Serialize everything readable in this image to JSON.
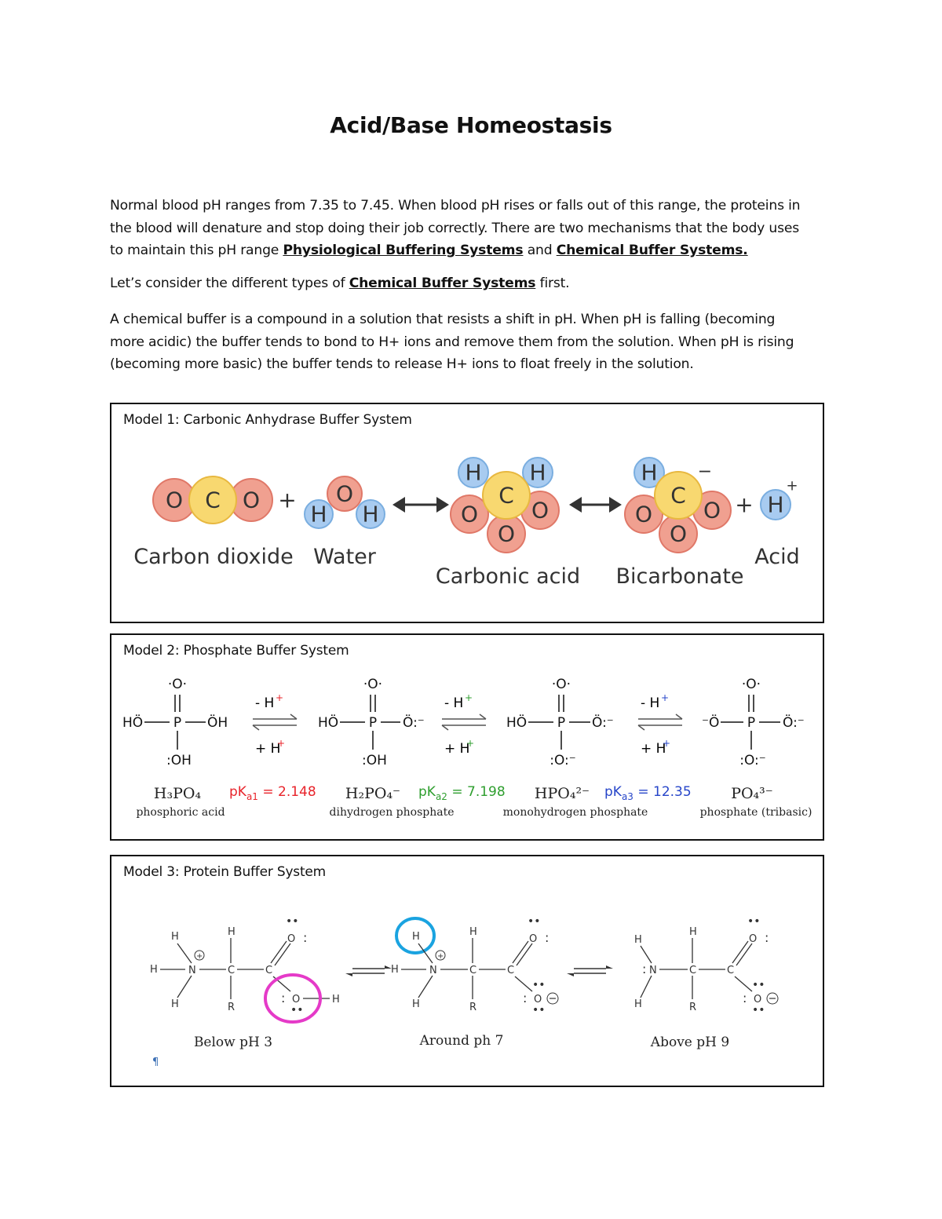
{
  "title": "Acid/Base Homeostasis",
  "intro": {
    "line1": "Normal blood pH ranges from 7.35 to 7.45. When blood pH rises or falls out of this range, the proteins in",
    "line2": "the blood will denature and stop doing their job correctly. There are two mechanisms that the body uses",
    "line3_prefix": "to maintain this pH range ",
    "link1": "Physiological Buffering Systems",
    "line3_mid": " and ",
    "link2": "Chemical Buffer Systems."
  },
  "consider": {
    "prefix": "Let’s consider the different types of ",
    "link": "Chemical Buffer Systems",
    "suffix": " first."
  },
  "buffer_def": {
    "line1": "A chemical buffer is a compound in a solution that resists a shift in pH. When pH is falling (becoming",
    "line2": "more acidic) the buffer tends to bond to H+ ions and remove them from the solution.  When pH is rising",
    "line3": "(becoming more basic) the buffer tends to release H+ ions to float freely in the solution."
  },
  "model1": {
    "title": "Model 1:  Carbonic Anhydrase Buffer System",
    "atoms": {
      "o": "O",
      "c": "C",
      "h": "H"
    },
    "plus": "+",
    "minus": "−",
    "labels": {
      "co2": "Carbon dioxide",
      "water": "Water",
      "carbonic": "Carbonic acid",
      "bicarb": "Bicarbonate",
      "acid": "Acid"
    },
    "colors": {
      "oxygen": "#f0a090",
      "carbon": "#f8d870",
      "hydrogen": "#a8cbf0"
    }
  },
  "model2": {
    "title": "Model 2: Phosphate Buffer System",
    "minus_h": "- H",
    "plus_h": "+ H",
    "sup_plus": "+",
    "species": [
      {
        "formula": "H₃PO₄",
        "name": "phosphoric acid"
      },
      {
        "formula": "H₂PO₄⁻",
        "name": "dihydrogen phosphate"
      },
      {
        "formula": "HPO₄²⁻",
        "name": "monohydrogen phosphate"
      },
      {
        "formula": "PO₄³⁻",
        "name": "phosphate (tribasic)"
      }
    ],
    "pka": [
      {
        "label": "pK",
        "sub": "a1",
        "value": " = 2.148",
        "color": "#e8232a"
      },
      {
        "label": "pK",
        "sub": "a2",
        "value": " = 7.198",
        "color": "#2e9e2e"
      },
      {
        "label": "pK",
        "sub": "a3",
        "value": " = 12.35",
        "color": "#2645c9"
      }
    ]
  },
  "model3": {
    "title": "Model 3: Protein Buffer System",
    "states": [
      "Below pH 3",
      "Around ph 7",
      "Above pH 9"
    ],
    "atoms": {
      "h": "H",
      "n": "N",
      "c": "C",
      "o": "O",
      "r": "R"
    },
    "mark": "¶",
    "colors": {
      "circle_h": "#1aa3e0",
      "circle_oh": "#e53ac8"
    }
  }
}
